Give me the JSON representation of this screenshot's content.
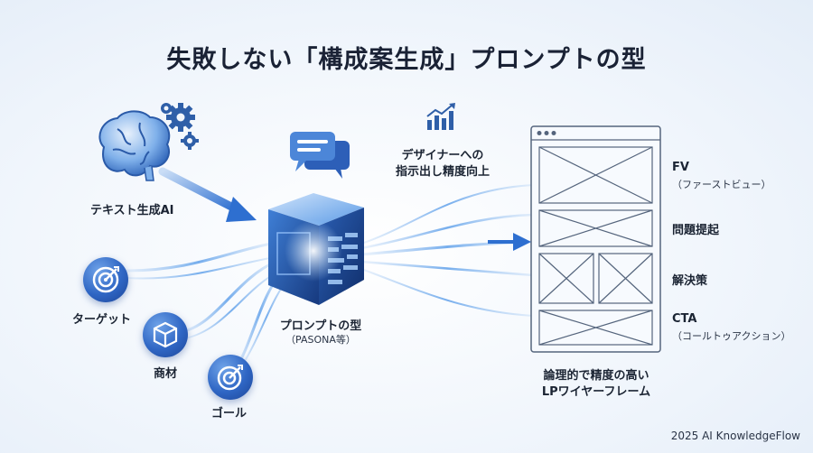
{
  "title": "失敗しない「構成案生成」プロンプトの型",
  "inputs": {
    "ai": "テキスト生成AI",
    "target": "ターゲット",
    "product": "商材",
    "goal": "ゴール"
  },
  "core": {
    "label": "プロンプトの型",
    "sublabel": "（PASONA等）"
  },
  "benefit": {
    "line1": "デザイナーへの",
    "line2": "指示出し精度向上"
  },
  "output": {
    "line1": "論理的で精度の高い",
    "line2": "LPワイヤーフレーム"
  },
  "sections": [
    {
      "label": "FV",
      "sub": "（ファーストビュー）"
    },
    {
      "label": "問題提起",
      "sub": ""
    },
    {
      "label": "解決策",
      "sub": ""
    },
    {
      "label": "CTA",
      "sub": "（コールトゥアクション）"
    }
  ],
  "footer": "2025 AI KnowledgeFlow",
  "icons": {
    "brain": "brain-icon",
    "gears": "gears-icon",
    "target": "target-icon",
    "box": "box-icon",
    "goal": "goal-target-icon",
    "chat": "chat-bubbles-icon",
    "chart": "growth-chart-icon",
    "cube": "prompt-cube-icon"
  },
  "colors": {
    "accent": "#2f66c4",
    "flow": "#4a90e2",
    "dark": "#1a2235"
  }
}
